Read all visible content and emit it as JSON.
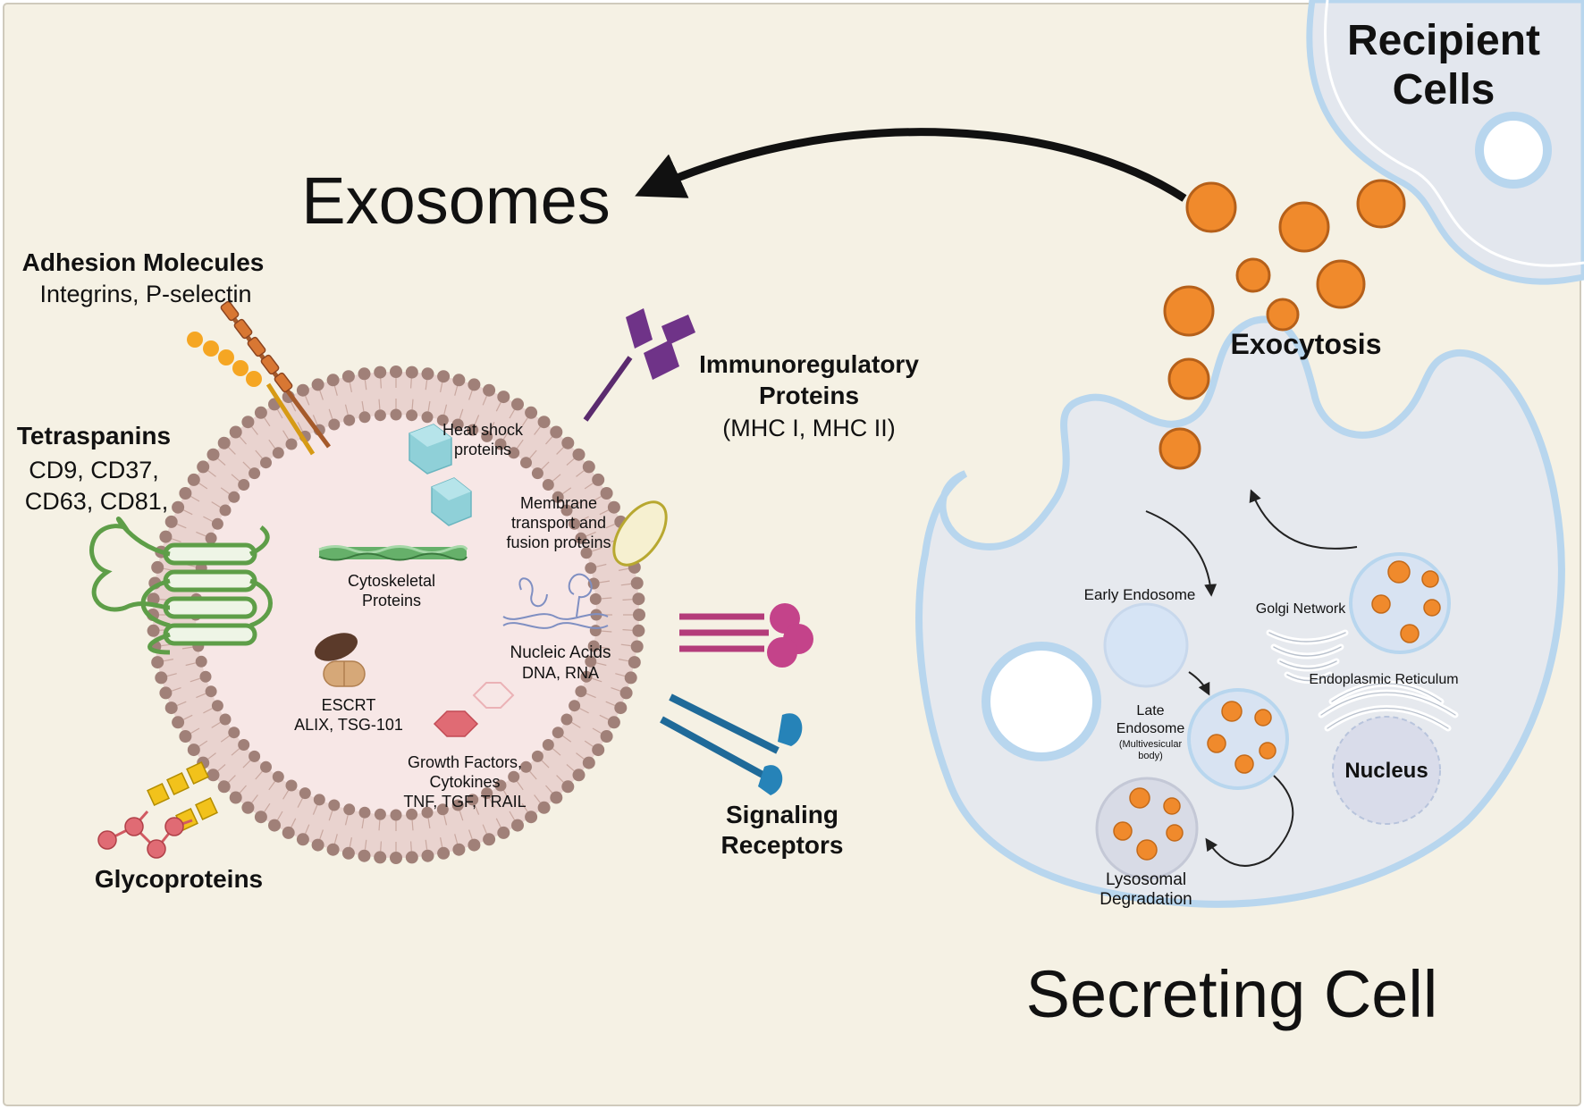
{
  "diagram": {
    "title_exosomes": "Exosomes",
    "title_secreting_cell": "Secreting Cell",
    "recipient_cells": [
      "Recipient",
      "Cells"
    ],
    "exocytosis": "Exocytosis",
    "adhesion": {
      "title": "Adhesion Molecules",
      "detail": "Integrins, P-selectin"
    },
    "tetraspanins": {
      "title": "Tetraspanins",
      "lines": [
        "CD9, CD37,",
        "CD63, CD81,"
      ]
    },
    "immunoregulatory": {
      "lines": [
        "Immunoregulatory",
        "Proteins"
      ],
      "detail": "(MHC I, MHC II)"
    },
    "signaling": [
      "Signaling",
      "Receptors"
    ],
    "glycoproteins": "Glycoproteins",
    "heat_shock": [
      "Heat shock",
      "proteins"
    ],
    "membrane_transport": [
      "Membrane",
      "transport and",
      "fusion proteins"
    ],
    "cytoskeletal": [
      "Cytoskeletal",
      "Proteins"
    ],
    "nucleic_acids": {
      "title": "Nucleic Acids",
      "detail": "DNA, RNA"
    },
    "escrt": {
      "title": "ESCRT",
      "detail": "ALIX, TSG-101"
    },
    "growth_factors": [
      "Growth Factors,",
      "Cytokines",
      "TNF, TGF, TRAIL"
    ],
    "early_endosome": "Early Endosome",
    "golgi": "Golgi Network",
    "er": "Endoplasmic Reticulum",
    "late_endosome": [
      "Late",
      "Endosome",
      "(Multivesicular",
      "body)"
    ],
    "nucleus": "Nucleus",
    "lysosomal": [
      "Lysosomal",
      "Degradation"
    ],
    "colors": {
      "background": "#f5f1e4",
      "cell_fill": "#e6e9ee",
      "cell_outline": "#b8d6ee",
      "vesicle_orange": "#f08a2c",
      "membrane_beads": "#a08078",
      "lumen": "#f7e7e6"
    }
  }
}
